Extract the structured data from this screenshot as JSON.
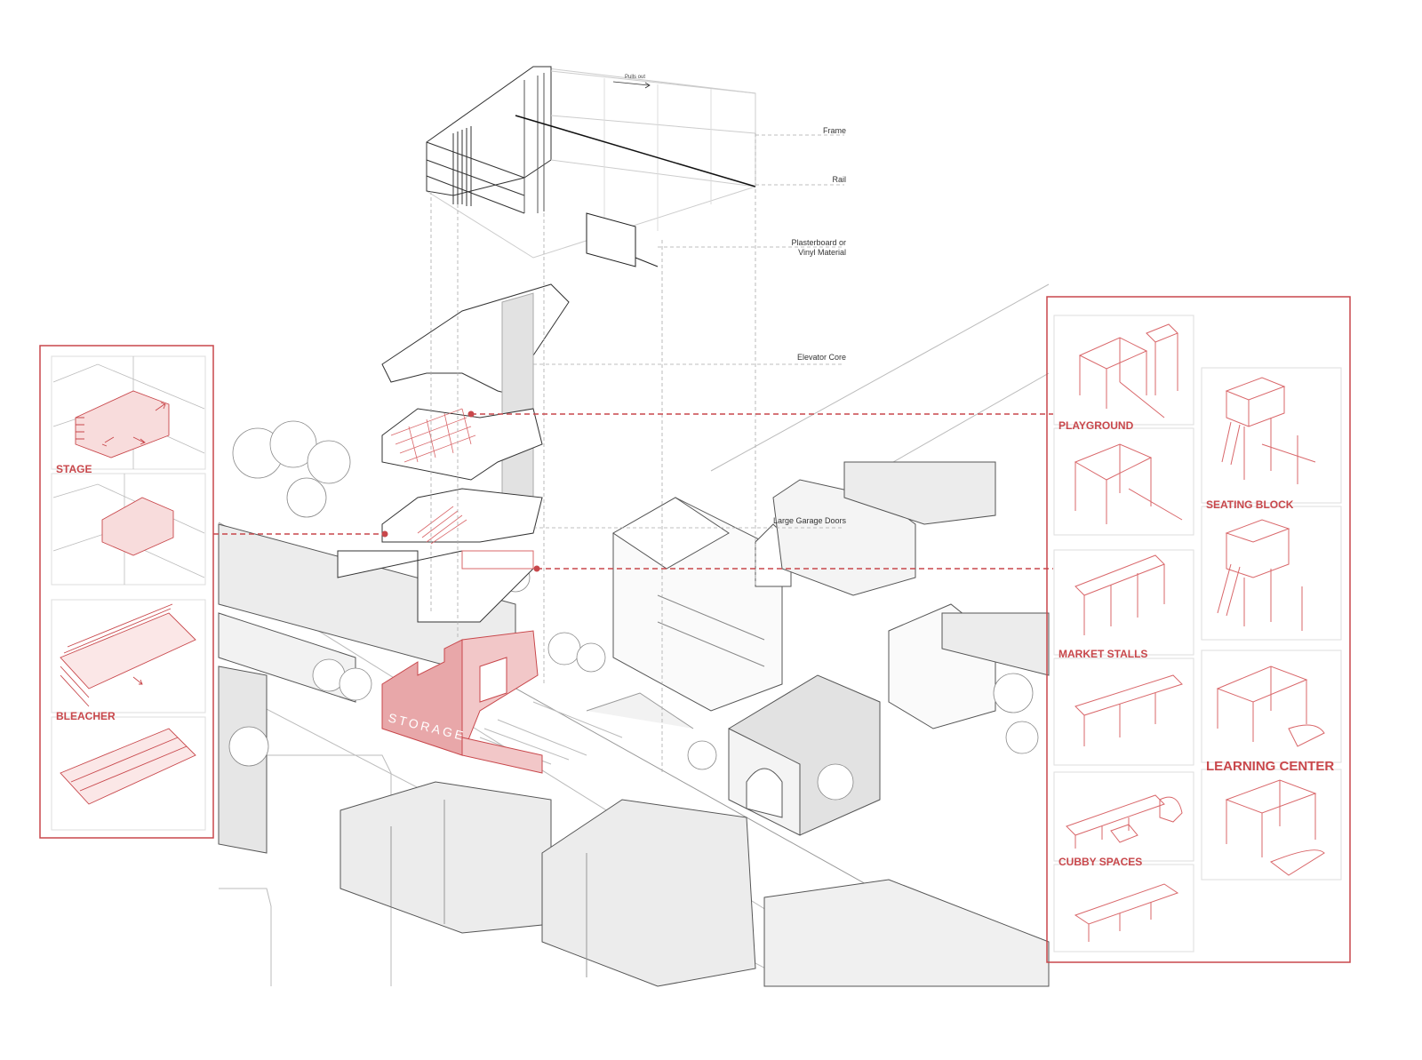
{
  "colors": {
    "accent": "#c8474b",
    "accent_light": "#f2c7c8",
    "line": "#555555",
    "building_fill": "#ececec",
    "dash": "#999999"
  },
  "exploded_labels": {
    "frame": "Frame",
    "rail": "Rail",
    "plasterboard_line1": "Plasterboard or",
    "plasterboard_line2": "Vinyl Material",
    "elevator_core": "Elevator Core",
    "garage_doors": "Large Garage Doors",
    "pulls_out": "Pulls out"
  },
  "site_labels": {
    "storage": "STORAGE"
  },
  "left_panel": {
    "stage": "STAGE",
    "bleacher": "BLEACHER"
  },
  "right_panel": {
    "playground": "PLAYGROUND",
    "seating_block": "SEATING BLOCK",
    "market_stalls": "MARKET STALLS",
    "learning_center": "LEARNING CENTER",
    "cubby_spaces": "CUBBY SPACES"
  }
}
